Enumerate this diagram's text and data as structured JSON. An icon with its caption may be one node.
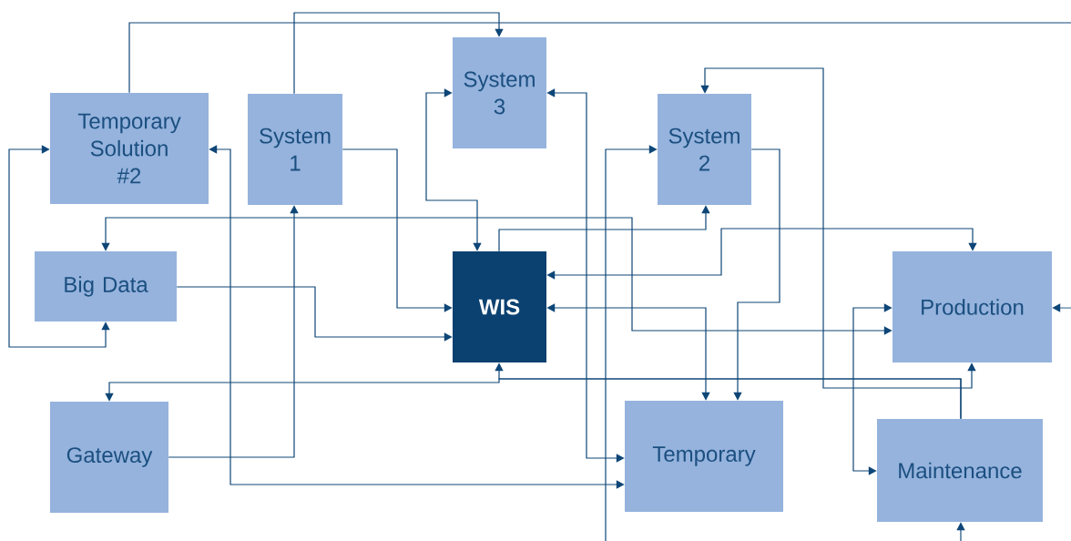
{
  "diagram": {
    "nodes": [
      {
        "text": [
          "Temporary Solution #2"
        ]
      },
      {
        "text": [
          "System 1"
        ]
      },
      {
        "text": [
          "System 3"
        ]
      },
      {
        "text": [
          "System 2"
        ]
      },
      {
        "text": [
          "Big Data"
        ]
      },
      {
        "text": [
          "WIS"
        ]
      },
      {
        "text": [
          "Production"
        ]
      },
      {
        "text": [
          "Gateway"
        ]
      },
      {
        "text": [
          "Temporary"
        ]
      },
      {
        "text": [
          "Maintenance"
        ]
      }
    ],
    "edges": [
      {
        "from": 0,
        "to": null,
        "arrow": "none"
      },
      {
        "from": 1,
        "to": 2,
        "arrow": "to"
      },
      {
        "from": 1,
        "to": 5,
        "arrow": "to"
      },
      {
        "from": 4,
        "to": 5,
        "arrow": "to"
      },
      {
        "from": 0,
        "to": 4,
        "arrow": "both"
      },
      {
        "from": 2,
        "to": 5,
        "arrow": "both"
      },
      {
        "from": 0,
        "to": 8,
        "arrow": "both"
      },
      {
        "from": 7,
        "to": 1,
        "arrow": "to"
      },
      {
        "from": 4,
        "to": 6,
        "arrow": "both"
      },
      {
        "from": 5,
        "to": 3,
        "arrow": "to"
      },
      {
        "from": 2,
        "to": 8,
        "arrow": "both"
      },
      {
        "from": null,
        "to": 3,
        "arrow": "to"
      },
      {
        "from": 3,
        "to": 8,
        "arrow": "to"
      },
      {
        "from": 3,
        "to": 6,
        "arrow": "both"
      },
      {
        "from": 5,
        "to": 6,
        "arrow": "both"
      },
      {
        "from": 5,
        "to": 8,
        "arrow": "both"
      },
      {
        "from": 9,
        "to": 5,
        "arrow": "to"
      },
      {
        "from": 9,
        "to": 7,
        "arrow": "to"
      },
      {
        "from": 6,
        "to": 9,
        "arrow": "both"
      },
      {
        "from": null,
        "to": 6,
        "arrow": "to"
      },
      {
        "from": null,
        "to": 9,
        "arrow": "to"
      }
    ]
  }
}
